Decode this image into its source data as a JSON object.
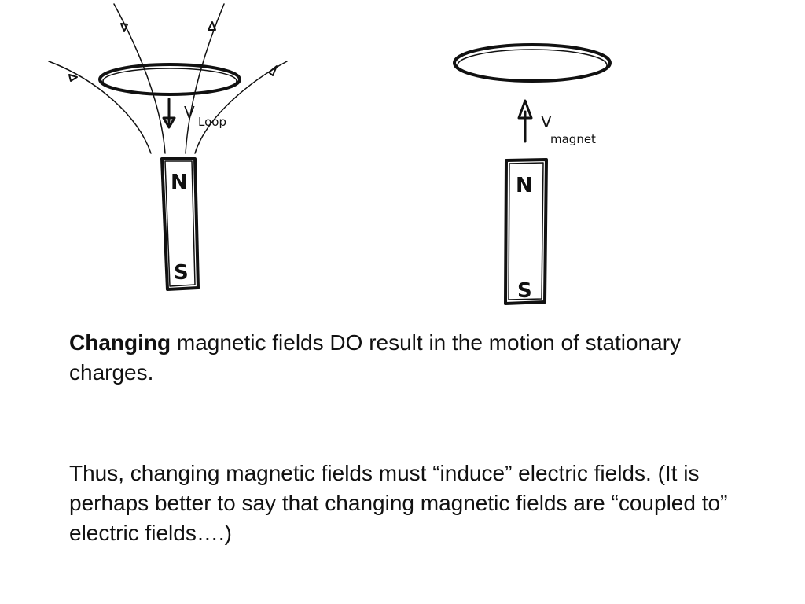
{
  "left_sketch": {
    "north_label": "N",
    "south_label": "S",
    "velocity_label": "V",
    "velocity_subscript": "Loop"
  },
  "right_sketch": {
    "north_label": "N",
    "south_label": "S",
    "velocity_label": "V",
    "velocity_subscript": "magnet"
  },
  "paragraph1": {
    "bold": "Changing",
    "rest": " magnetic fields DO result in the motion of stationary charges."
  },
  "paragraph2": {
    "line1": "Thus, changing magnetic fields must “induce” electric fields.",
    "line2": "(It is perhaps better to say that changing magnetic fields are “coupled to” electric fields….)"
  },
  "colors": {
    "ink": "#111111",
    "background": "#ffffff"
  }
}
